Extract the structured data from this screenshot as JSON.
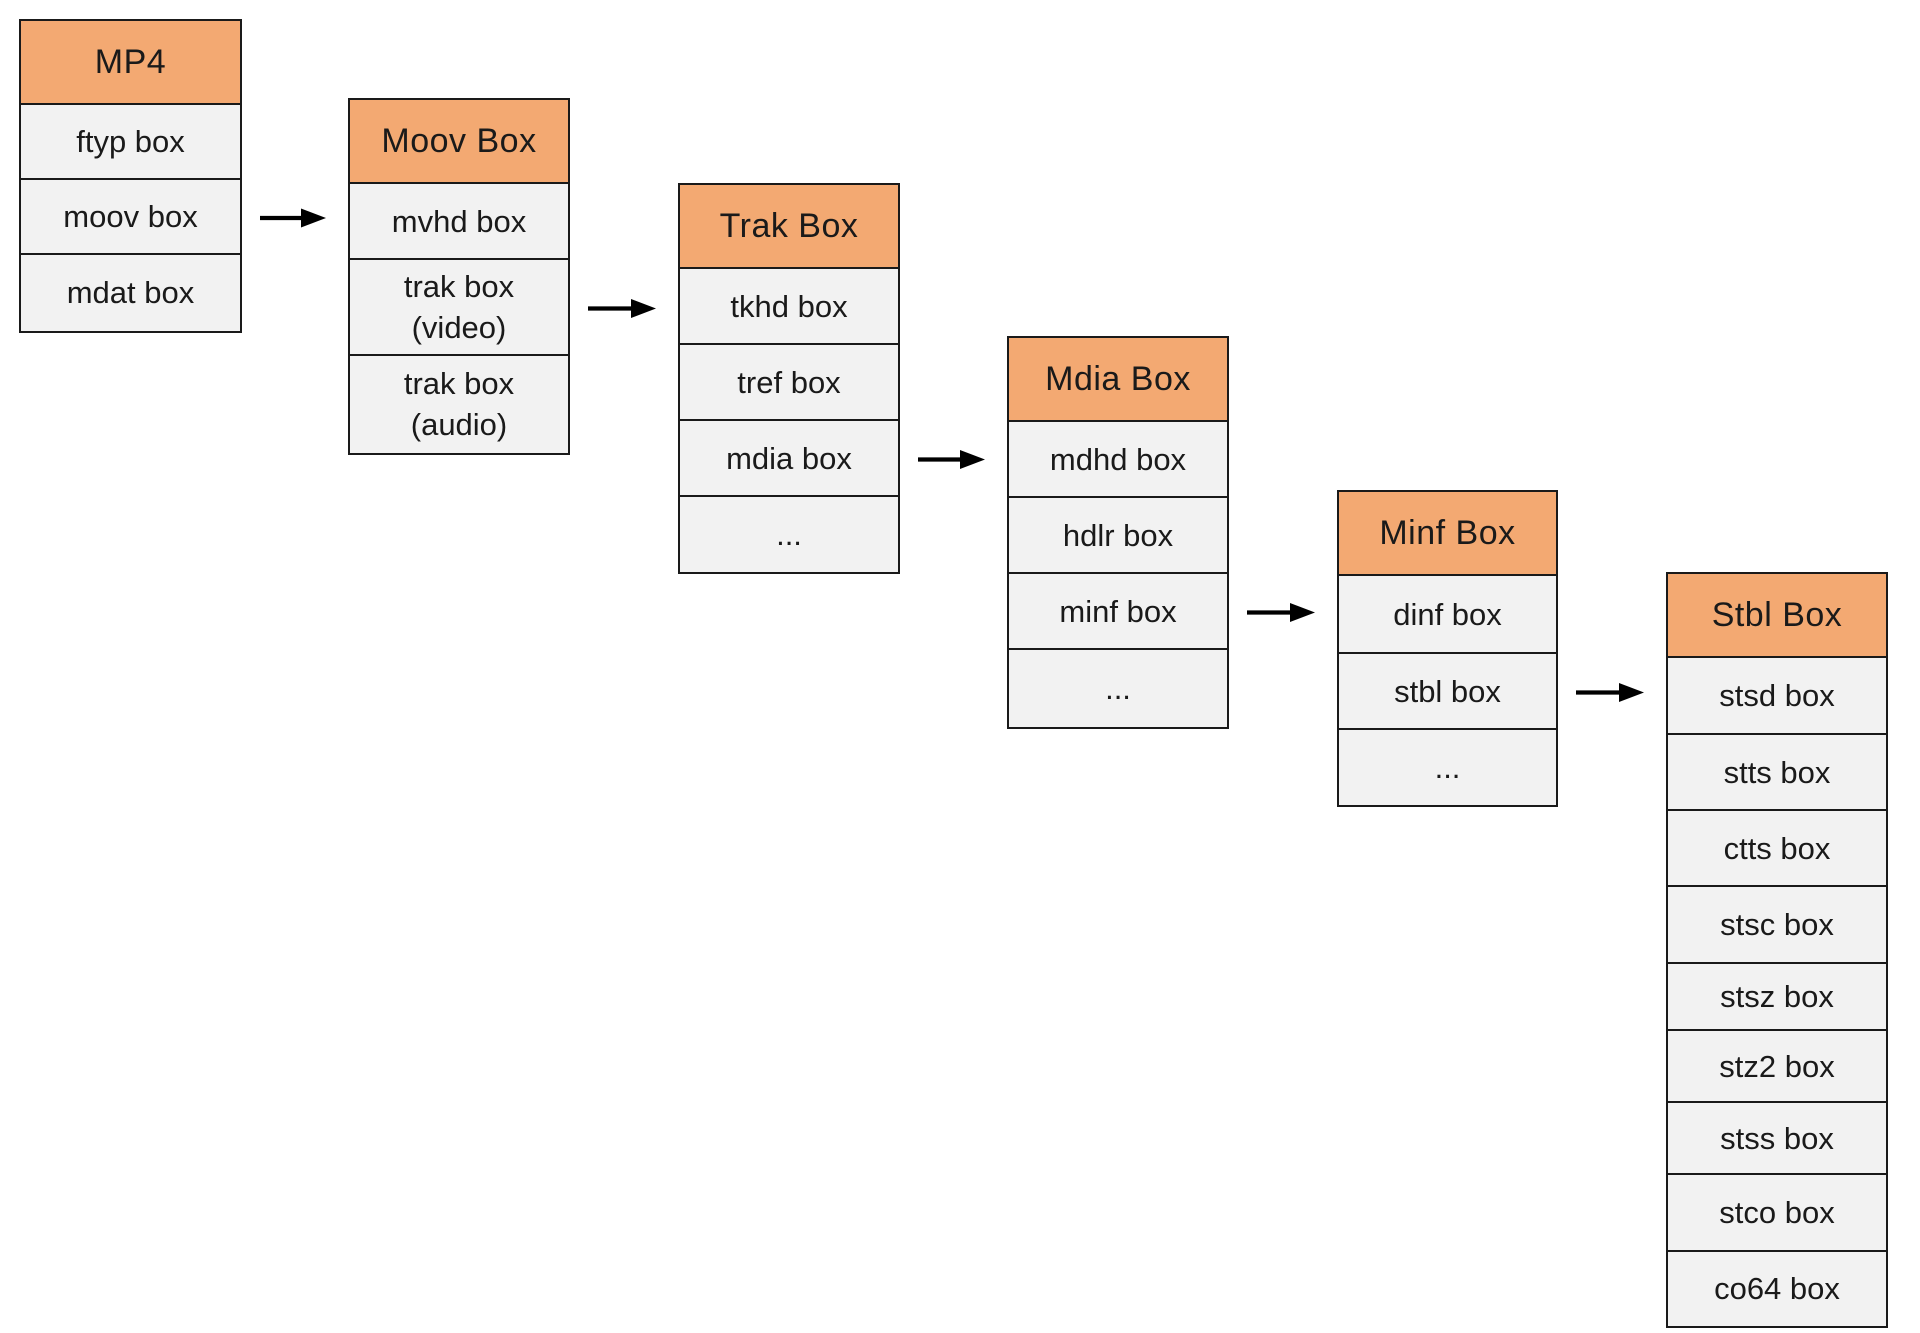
{
  "colors": {
    "background": "#ffffff",
    "header_fill": "#f3a972",
    "row_fill": "#f2f2f2",
    "border": "#1a1a1a",
    "text": "#1a1a1a",
    "arrow": "#000000"
  },
  "tables": [
    {
      "id": "mp4",
      "title": "MP4",
      "rows": [
        [
          "ftyp box"
        ],
        [
          "moov box"
        ],
        [
          "mdat box"
        ]
      ]
    },
    {
      "id": "moov-box",
      "title": "Moov Box",
      "rows": [
        [
          "mvhd box"
        ],
        [
          "trak box",
          "(video)"
        ],
        [
          "trak box",
          "(audio)"
        ]
      ]
    },
    {
      "id": "trak-box",
      "title": "Trak Box",
      "rows": [
        [
          "tkhd box"
        ],
        [
          "tref box"
        ],
        [
          "mdia box"
        ],
        [
          "..."
        ]
      ]
    },
    {
      "id": "mdia-box",
      "title": "Mdia Box",
      "rows": [
        [
          "mdhd box"
        ],
        [
          "hdlr box"
        ],
        [
          "minf box"
        ],
        [
          "..."
        ]
      ]
    },
    {
      "id": "minf-box",
      "title": "Minf Box",
      "rows": [
        [
          "dinf box"
        ],
        [
          "stbl box"
        ],
        [
          "..."
        ]
      ]
    },
    {
      "id": "stbl-box",
      "title": "Stbl Box",
      "rows": [
        [
          "stsd box"
        ],
        [
          "stts box"
        ],
        [
          "ctts box"
        ],
        [
          "stsc box"
        ],
        [
          "stsz box"
        ],
        [
          "stz2 box"
        ],
        [
          "stss box"
        ],
        [
          "stco box"
        ],
        [
          "co64 box"
        ]
      ]
    }
  ],
  "arrows": [
    {
      "from_table": "mp4",
      "from_row_label": "moov box",
      "from_row_index": 1,
      "to_table": "moov-box"
    },
    {
      "from_table": "moov-box",
      "from_row_label": "trak box (video)",
      "from_row_index": 1,
      "to_table": "trak-box"
    },
    {
      "from_table": "trak-box",
      "from_row_label": "mdia box",
      "from_row_index": 2,
      "to_table": "mdia-box"
    },
    {
      "from_table": "mdia-box",
      "from_row_label": "minf box",
      "from_row_index": 2,
      "to_table": "minf-box"
    },
    {
      "from_table": "minf-box",
      "from_row_label": "stbl box",
      "from_row_index": 1,
      "to_table": "stbl-box"
    }
  ]
}
